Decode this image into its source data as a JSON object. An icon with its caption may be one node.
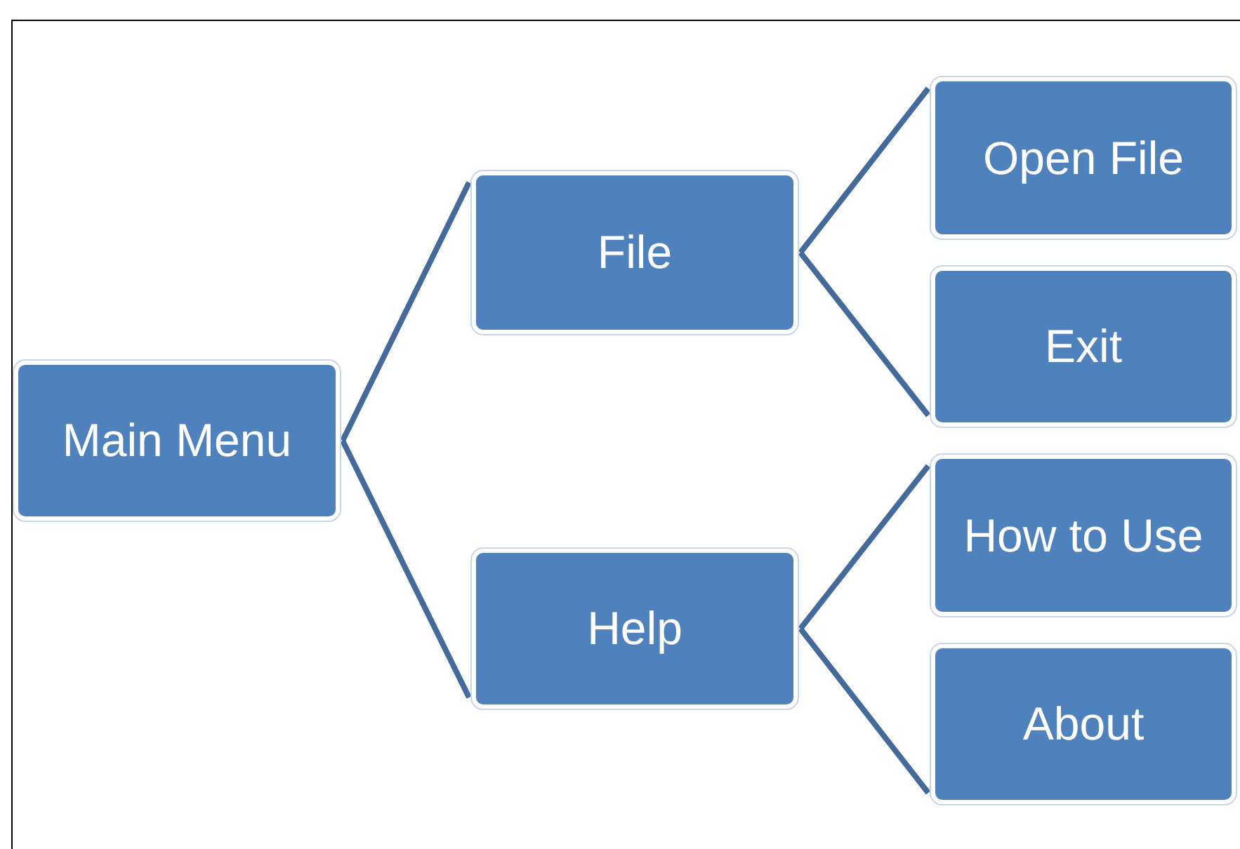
{
  "diagram": {
    "nodes": [
      {
        "text": [
          "Main Menu"
        ]
      },
      {
        "text": [
          "File"
        ]
      },
      {
        "text": [
          "Help"
        ]
      },
      {
        "text": [
          "Open File"
        ]
      },
      {
        "text": [
          "Exit"
        ]
      },
      {
        "text": [
          "How to Use"
        ]
      },
      {
        "text": [
          "About"
        ]
      }
    ],
    "edges": [
      {
        "from": 0,
        "to": 1,
        "arrow": "none"
      },
      {
        "from": 0,
        "to": 2,
        "arrow": "none"
      },
      {
        "from": 1,
        "to": 3,
        "arrow": "none"
      },
      {
        "from": 1,
        "to": 4,
        "arrow": "none"
      },
      {
        "from": 2,
        "to": 5,
        "arrow": "none"
      },
      {
        "from": 2,
        "to": 6,
        "arrow": "none"
      }
    ]
  }
}
